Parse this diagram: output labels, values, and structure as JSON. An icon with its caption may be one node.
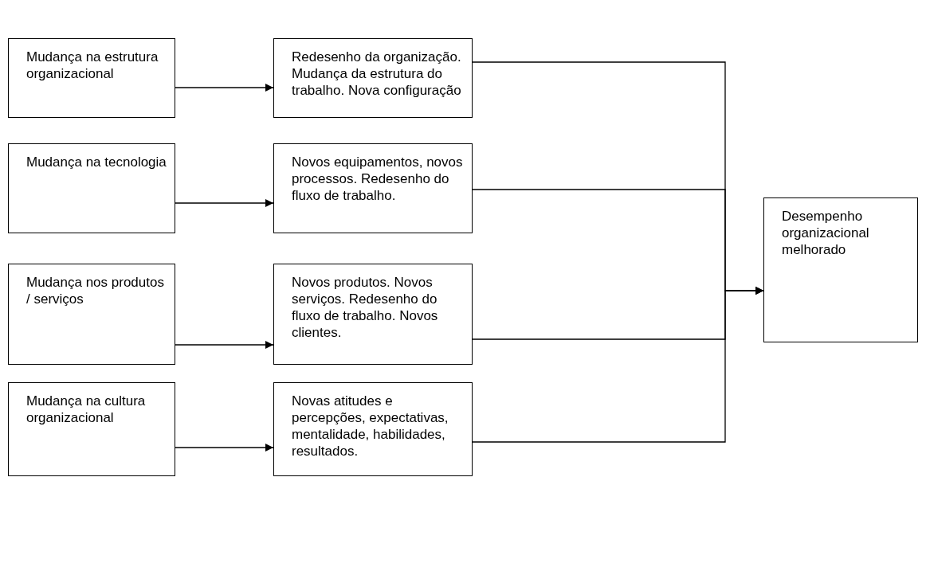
{
  "diagram": {
    "nodes": [
      {
        "text": [
          "Mudança na estrutura organizacional"
        ]
      },
      {
        "text": [
          "Redesenho da organização. Mudança da estrutura do trabalho. Nova configuração"
        ]
      },
      {
        "text": [
          "Mudança na tecnologia"
        ]
      },
      {
        "text": [
          "Novos equipamentos, novos processos. Redesenho do fluxo de trabalho."
        ]
      },
      {
        "text": [
          "Mudança nos produtos / serviços"
        ]
      },
      {
        "text": [
          "Novos produtos. Novos serviços. Redesenho do fluxo de trabalho. Novos clientes."
        ]
      },
      {
        "text": [
          "Mudança na cultura organizacional"
        ]
      },
      {
        "text": [
          "Novas atitudes e percepções, expectativas, mentalidade, habilidades, resultados."
        ]
      },
      {
        "text": [
          "Desempenho organizacional melhorado"
        ]
      }
    ],
    "edges": [
      {
        "from": 0,
        "to": 1,
        "arrow": "to"
      },
      {
        "from": 2,
        "to": 3,
        "arrow": "to"
      },
      {
        "from": 4,
        "to": 5,
        "arrow": "to"
      },
      {
        "from": 6,
        "to": 7,
        "arrow": "to"
      },
      {
        "from": 1,
        "to": 8,
        "arrow": "to"
      },
      {
        "from": 3,
        "to": 8,
        "arrow": "to"
      },
      {
        "from": 5,
        "to": 8,
        "arrow": "to"
      },
      {
        "from": 7,
        "to": 8,
        "arrow": "to"
      }
    ]
  }
}
